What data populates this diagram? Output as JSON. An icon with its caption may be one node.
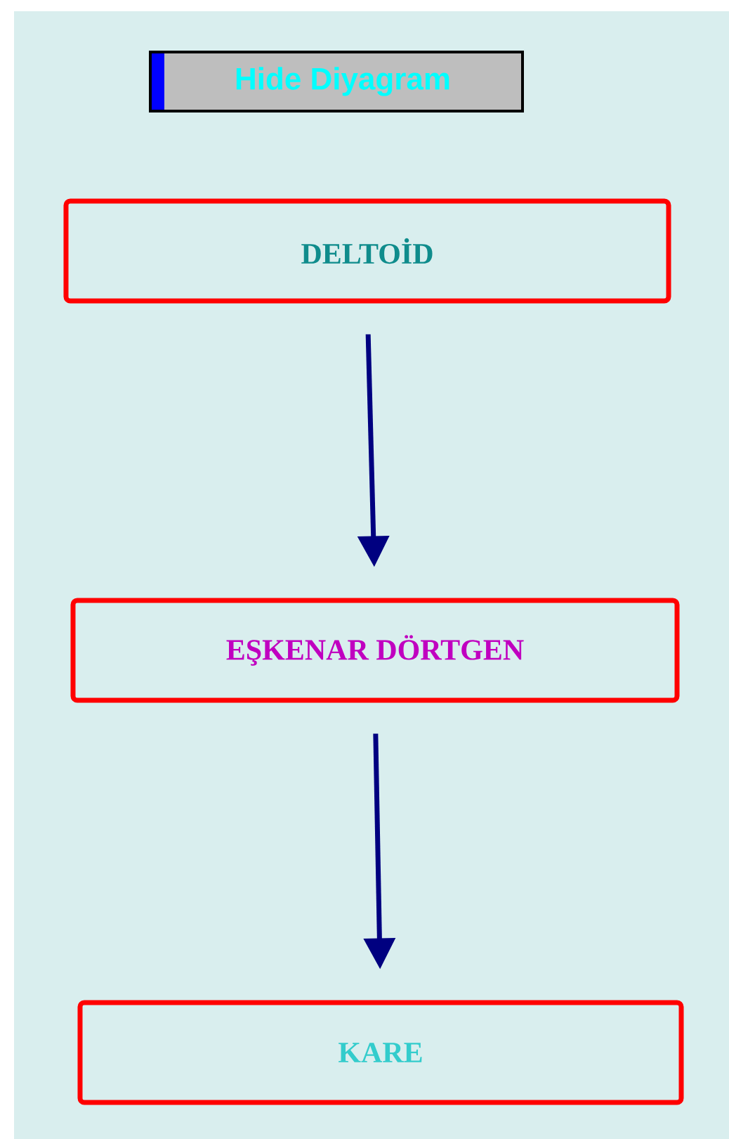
{
  "diagram": {
    "nodes": [
      {
        "text": [
          "DELTOİD"
        ]
      },
      {
        "text": [
          "EŞKENAR DÖRTGEN"
        ]
      },
      {
        "text": [
          "KARE"
        ]
      }
    ],
    "edges": [
      {
        "from": 0,
        "to": 1,
        "arrow": "to"
      },
      {
        "from": 1,
        "to": 2,
        "arrow": "to"
      }
    ],
    "labels": [
      "Hide Diyagram"
    ]
  }
}
